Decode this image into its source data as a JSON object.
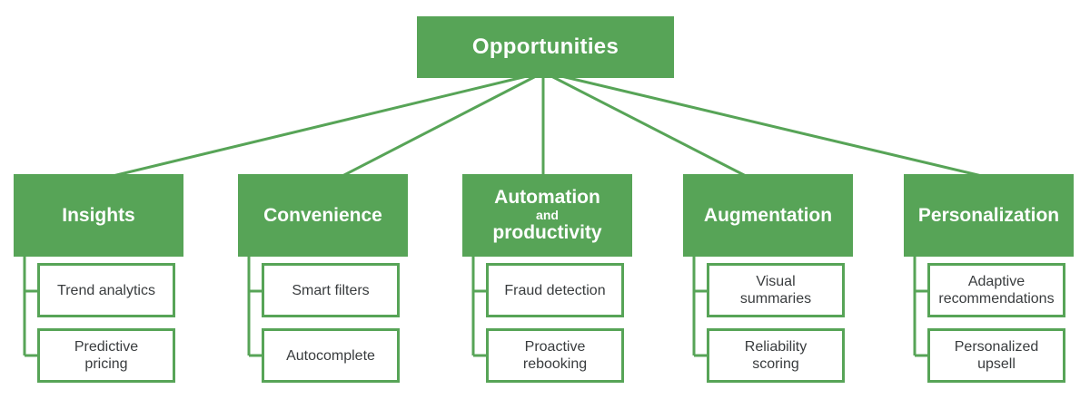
{
  "colors": {
    "accent_green": "#57a457",
    "header_text": "#ffffff",
    "child_text": "#393c3e",
    "background": "#ffffff"
  },
  "root": {
    "label": "Opportunities"
  },
  "branches": [
    {
      "label": "Insights",
      "children": [
        "Trend analytics",
        "Predictive\npricing"
      ]
    },
    {
      "label": "Convenience",
      "children": [
        "Smart filters",
        "Autocomplete"
      ]
    },
    {
      "label_lines": [
        "Automation",
        "and",
        "productivity"
      ],
      "children": [
        "Fraud detection",
        "Proactive\nrebooking"
      ]
    },
    {
      "label": "Augmentation",
      "children": [
        "Visual\nsummaries",
        "Reliability\nscoring"
      ]
    },
    {
      "label": "Personalization",
      "children": [
        "Adaptive\nrecommendations",
        "Personalized\nupsell"
      ]
    }
  ]
}
